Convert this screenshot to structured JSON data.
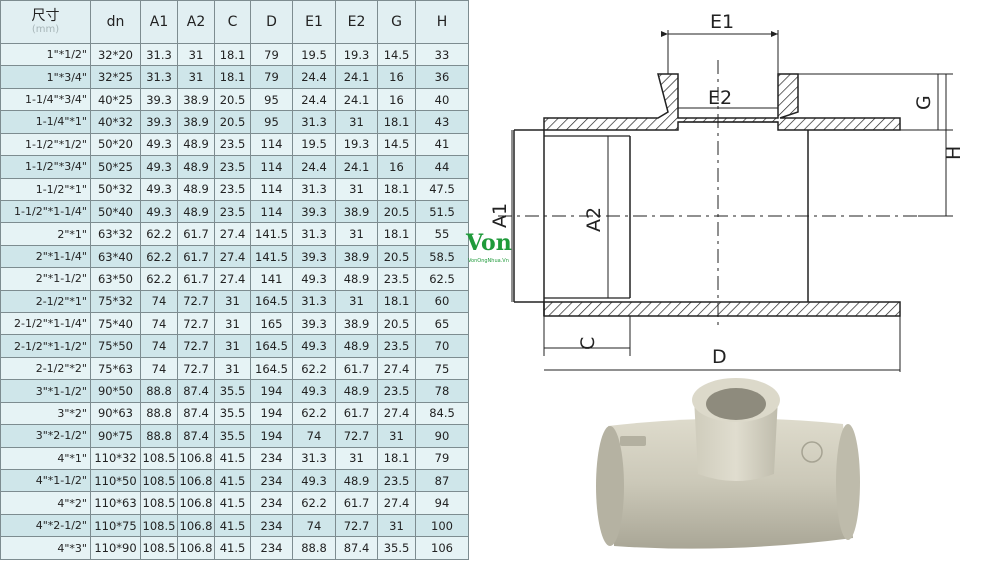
{
  "table": {
    "header": {
      "size_label": "尺寸",
      "size_unit": "(mm)",
      "columns": [
        "dn",
        "A1",
        "A2",
        "C",
        "D",
        "E1",
        "E2",
        "G",
        "H"
      ]
    },
    "rows": [
      [
        "1\"*1/2\"",
        "32*20",
        "31.3",
        "31",
        "18.1",
        "79",
        "19.5",
        "19.3",
        "14.5",
        "33"
      ],
      [
        "1\"*3/4\"",
        "32*25",
        "31.3",
        "31",
        "18.1",
        "79",
        "24.4",
        "24.1",
        "16",
        "36"
      ],
      [
        "1-1/4\"*3/4\"",
        "40*25",
        "39.3",
        "38.9",
        "20.5",
        "95",
        "24.4",
        "24.1",
        "16",
        "40"
      ],
      [
        "1-1/4\"*1\"",
        "40*32",
        "39.3",
        "38.9",
        "20.5",
        "95",
        "31.3",
        "31",
        "18.1",
        "43"
      ],
      [
        "1-1/2\"*1/2\"",
        "50*20",
        "49.3",
        "48.9",
        "23.5",
        "114",
        "19.5",
        "19.3",
        "14.5",
        "41"
      ],
      [
        "1-1/2\"*3/4\"",
        "50*25",
        "49.3",
        "48.9",
        "23.5",
        "114",
        "24.4",
        "24.1",
        "16",
        "44"
      ],
      [
        "1-1/2\"*1\"",
        "50*32",
        "49.3",
        "48.9",
        "23.5",
        "114",
        "31.3",
        "31",
        "18.1",
        "47.5"
      ],
      [
        "1-1/2\"*1-1/4\"",
        "50*40",
        "49.3",
        "48.9",
        "23.5",
        "114",
        "39.3",
        "38.9",
        "20.5",
        "51.5"
      ],
      [
        "2\"*1\"",
        "63*32",
        "62.2",
        "61.7",
        "27.4",
        "141.5",
        "31.3",
        "31",
        "18.1",
        "55"
      ],
      [
        "2\"*1-1/4\"",
        "63*40",
        "62.2",
        "61.7",
        "27.4",
        "141.5",
        "39.3",
        "38.9",
        "20.5",
        "58.5"
      ],
      [
        "2\"*1-1/2\"",
        "63*50",
        "62.2",
        "61.7",
        "27.4",
        "141",
        "49.3",
        "48.9",
        "23.5",
        "62.5"
      ],
      [
        "2-1/2\"*1\"",
        "75*32",
        "74",
        "72.7",
        "31",
        "164.5",
        "31.3",
        "31",
        "18.1",
        "60"
      ],
      [
        "2-1/2\"*1-1/4\"",
        "75*40",
        "74",
        "72.7",
        "31",
        "165",
        "39.3",
        "38.9",
        "20.5",
        "65"
      ],
      [
        "2-1/2\"*1-1/2\"",
        "75*50",
        "74",
        "72.7",
        "31",
        "164.5",
        "49.3",
        "48.9",
        "23.5",
        "70"
      ],
      [
        "2-1/2\"*2\"",
        "75*63",
        "74",
        "72.7",
        "31",
        "164.5",
        "62.2",
        "61.7",
        "27.4",
        "75"
      ],
      [
        "3\"*1-1/2\"",
        "90*50",
        "88.8",
        "87.4",
        "35.5",
        "194",
        "49.3",
        "48.9",
        "23.5",
        "78"
      ],
      [
        "3\"*2\"",
        "90*63",
        "88.8",
        "87.4",
        "35.5",
        "194",
        "62.2",
        "61.7",
        "27.4",
        "84.5"
      ],
      [
        "3\"*2-1/2\"",
        "90*75",
        "88.8",
        "87.4",
        "35.5",
        "194",
        "74",
        "72.7",
        "31",
        "90"
      ],
      [
        "4\"*1\"",
        "110*32",
        "108.5",
        "106.8",
        "41.5",
        "234",
        "31.3",
        "31",
        "18.1",
        "79"
      ],
      [
        "4\"*1-1/2\"",
        "110*50",
        "108.5",
        "106.8",
        "41.5",
        "234",
        "49.3",
        "48.9",
        "23.5",
        "87"
      ],
      [
        "4\"*2\"",
        "110*63",
        "108.5",
        "106.8",
        "41.5",
        "234",
        "62.2",
        "61.7",
        "27.4",
        "94"
      ],
      [
        "4\"*2-1/2\"",
        "110*75",
        "108.5",
        "106.8",
        "41.5",
        "234",
        "74",
        "72.7",
        "31",
        "100"
      ],
      [
        "4\"*3\"",
        "110*90",
        "108.5",
        "106.8",
        "41.5",
        "234",
        "88.8",
        "87.4",
        "35.5",
        "106"
      ]
    ]
  },
  "drawing": {
    "labels": {
      "e1": "E1",
      "e2": "E2",
      "g": "G",
      "h": "H",
      "a1": "A1",
      "a2": "A2",
      "c": "C",
      "d": "D"
    }
  },
  "watermark": {
    "text": "Von",
    "subtext": "VonOngNhua.Vn"
  },
  "colors": {
    "table_bg": "#e4f1f3",
    "table_alt_row": "#cfe6ea",
    "watermark_green": "#1f9a3a",
    "pipe_fitting": "#c9c6b6"
  }
}
